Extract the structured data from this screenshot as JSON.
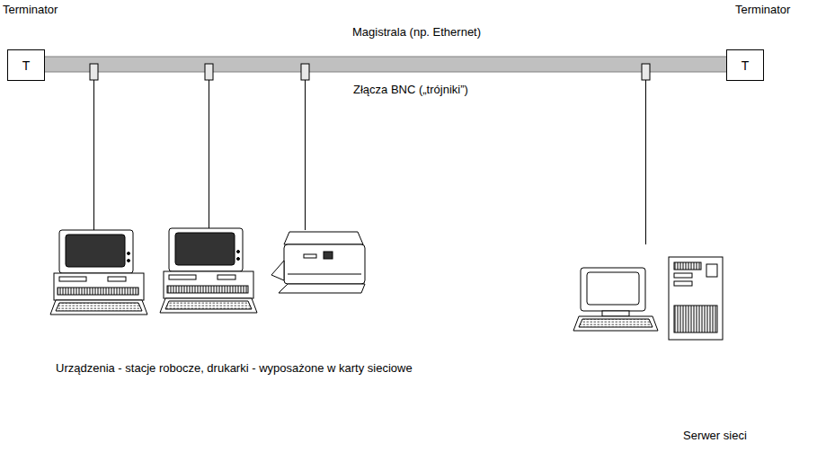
{
  "diagram": {
    "nodes": [
      {
        "text": [
          "T"
        ]
      },
      {
        "text": [
          "T"
        ]
      }
    ],
    "labels": [
      "Terminator",
      "Terminator",
      "Magistrala (np. Ethernet)",
      "Złącza BNC („trójniki”)",
      "Urządzenia - stacje robocze, drukarki - wyposażone w karty sieciowe",
      "Serwer sieci"
    ]
  }
}
